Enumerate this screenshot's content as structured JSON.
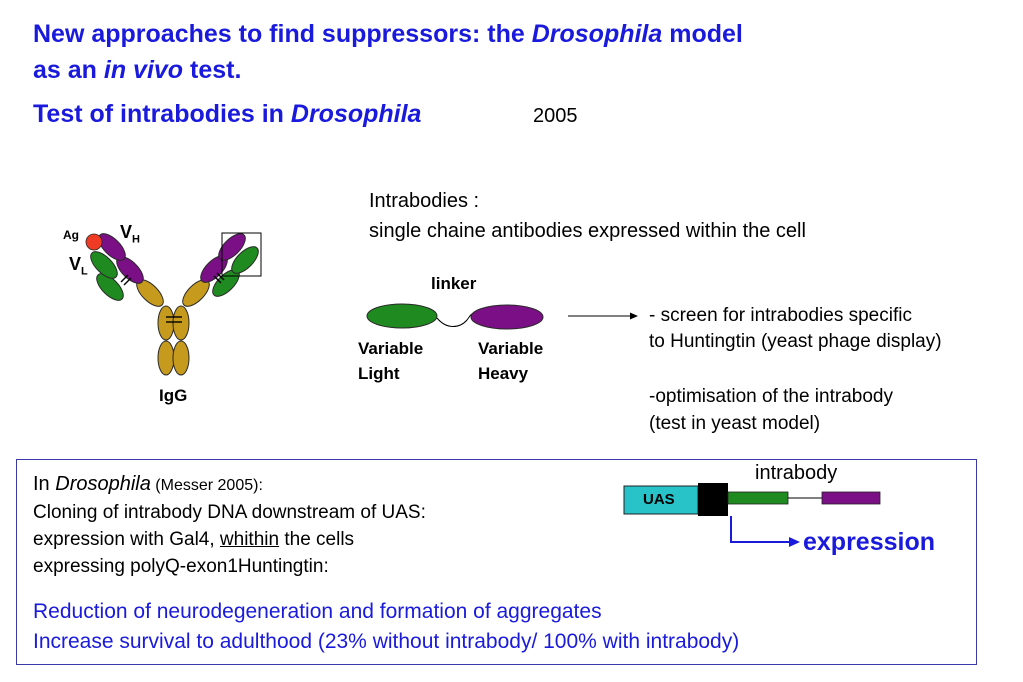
{
  "header": {
    "line1_pre": "New approaches to find suppressors: the ",
    "line1_em": "Drosophila",
    "line1_post": " model",
    "line2_pre": "as an ",
    "line2_em": "in vivo",
    "line2_post": " test.",
    "line3_pre": "Test of intrabodies in ",
    "line3_em": "Drosophila",
    "year": "2005"
  },
  "antibody": {
    "ag_label": "Ag",
    "vh_main": "V",
    "vh_sub": "H",
    "vl_main": "V",
    "vl_sub": "L",
    "igg_label": "IgG"
  },
  "intrabody_def": {
    "line1": "Intrabodies :",
    "line2": "single chaine antibodies expressed within the cell"
  },
  "scfv": {
    "linker_label": "linker",
    "light_label1": "Variable",
    "light_label2": "Light",
    "heavy_label1": "Variable",
    "heavy_label2": "Heavy"
  },
  "screen_notes": {
    "line1": "- screen for intrabodies specific",
    "line2": "to Huntingtin (yeast phage display)",
    "line3": "-optimisation of the intrabody",
    "line4": "(test in yeast model)"
  },
  "drosophila_box": {
    "intro_pre": "In ",
    "intro_em": "Drosophila",
    "intro_ref": " (Messer 2005):",
    "line2": "Cloning of intrabody DNA downstream of UAS:",
    "line3_pre": "expression with Gal4, ",
    "line3_u": "whithin",
    "line3_post": " the cells",
    "line4": "expressing polyQ-exon1Huntingtin:",
    "result1": "Reduction of neurodegeneration and formation of aggregates",
    "result2": "Increase survival to adulthood (23% without intrabody/ 100% with intrabody)"
  },
  "construct": {
    "intrabody_label": "intrabody",
    "uas_label": "UAS",
    "expression_label": "expression"
  },
  "colors": {
    "title_blue": "#1a1adc",
    "green": "#1f8a1f",
    "purple": "#7b0f86",
    "gold": "#c69a1d",
    "red_ag": "#ef3b24",
    "uas_cyan": "#27c3c9"
  }
}
